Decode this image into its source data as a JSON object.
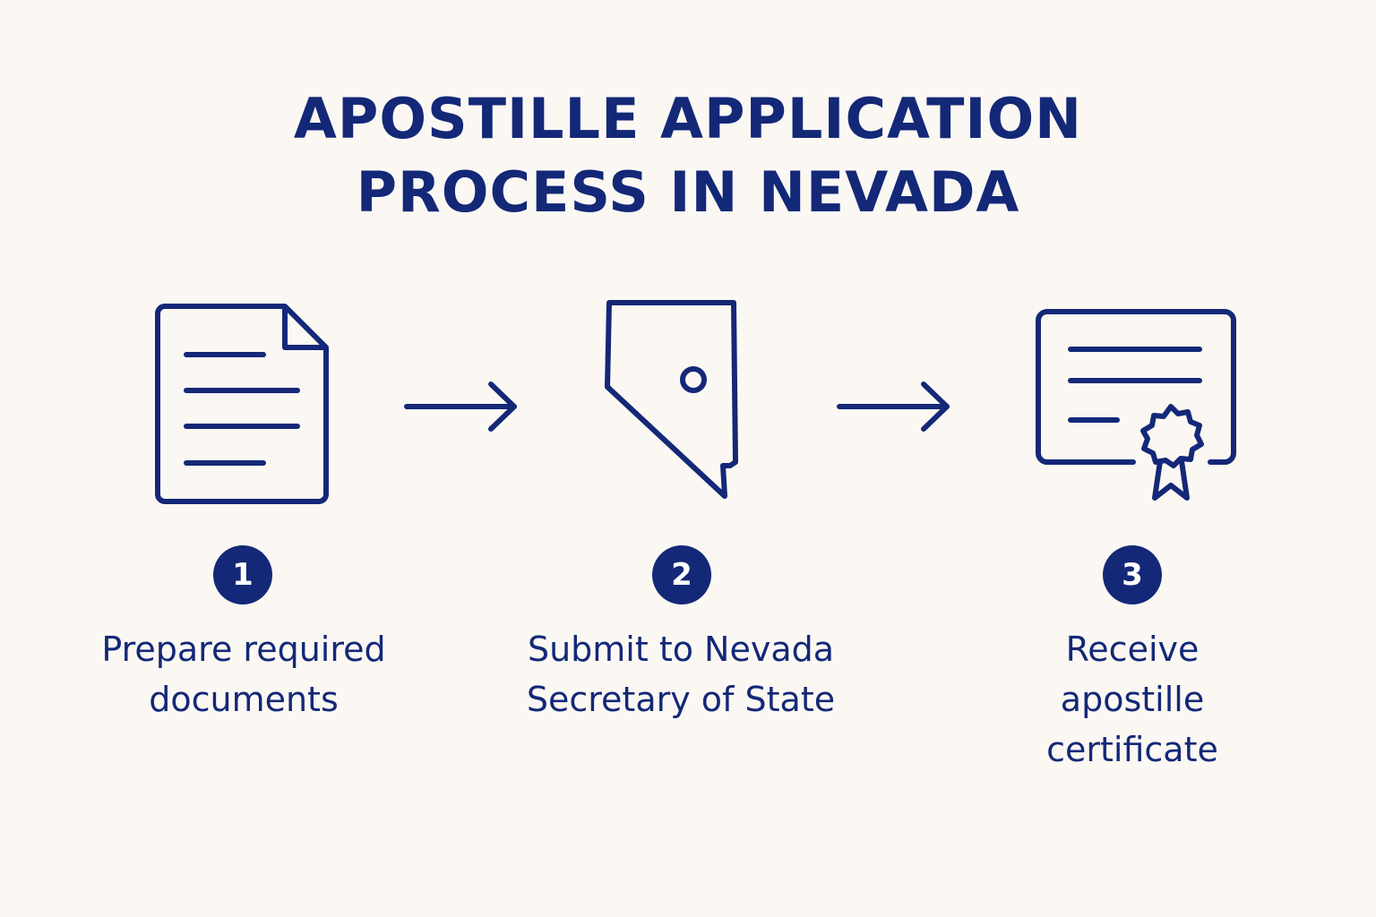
{
  "title": {
    "line1": "APOSTILLE APPLICATION",
    "line2": "PROCESS IN NEVADA"
  },
  "colors": {
    "background": "#fbf8f3",
    "primary": "#142878",
    "badge_text": "#ffffff"
  },
  "steps": [
    {
      "number": "1",
      "icon": "document-icon",
      "label_lines": [
        "Prepare required",
        "documents"
      ]
    },
    {
      "number": "2",
      "icon": "nevada-map-icon",
      "label_lines": [
        "Submit to Nevada",
        "Secretary of State"
      ]
    },
    {
      "number": "3",
      "icon": "certificate-icon",
      "label_lines": [
        "Receive",
        "apostille",
        "certificate"
      ]
    }
  ]
}
